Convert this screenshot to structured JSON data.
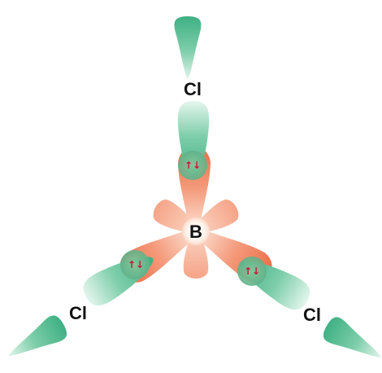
{
  "colors": {
    "green_lobe": "#4fba8c",
    "green_lobe_light": "#d8f1e5",
    "orange_lobe": "#ef7a55",
    "orange_lobe_light": "#fde0d2",
    "center_glow": "#fdf1ea",
    "arrow": "#d0103a"
  },
  "atoms": {
    "center": "B",
    "top": "Cl",
    "left": "Cl",
    "right": "Cl"
  },
  "electron_pairs": {
    "top": "↑↓",
    "left": "↑↓",
    "right": "↑↓"
  }
}
